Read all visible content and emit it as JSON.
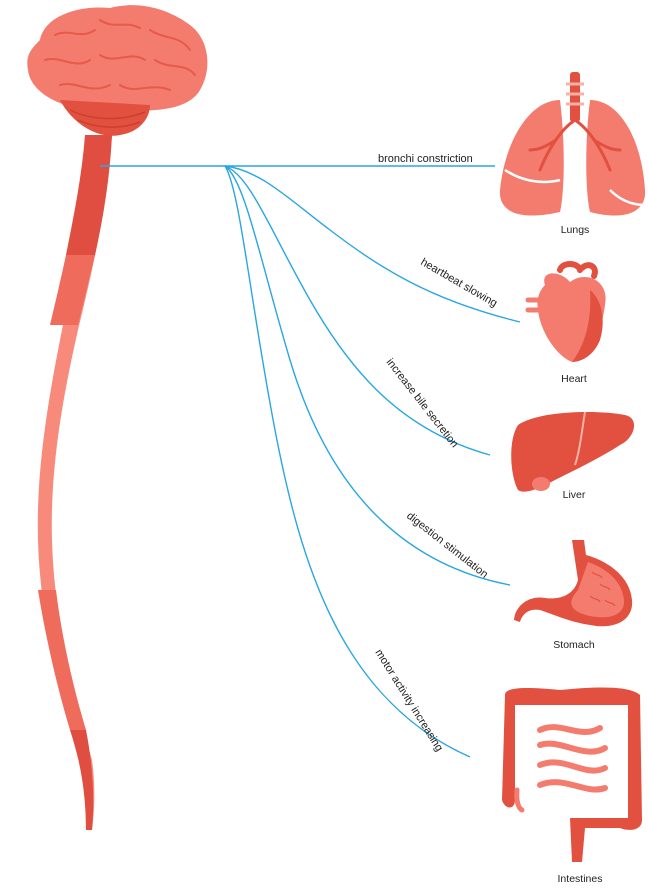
{
  "colors": {
    "nerve": "#2aa6e0",
    "organ_light": "#f47c6e",
    "organ_dark": "#e2503f",
    "spine_light": "#f88a7c",
    "spine_dark": "#df4e40"
  },
  "pathways": [
    {
      "effect": "bronchi constriction",
      "organ": "Lungs",
      "icon": "lungs-icon"
    },
    {
      "effect": "heartbeat slowing",
      "organ": "Heart",
      "icon": "heart-icon"
    },
    {
      "effect": "increase bile secretion",
      "organ": "Liver",
      "icon": "liver-icon"
    },
    {
      "effect": "digestion stimulation",
      "organ": "Stomach",
      "icon": "stomach-icon"
    },
    {
      "effect": "motor activity increasing",
      "organ": "Intestines",
      "icon": "intestines-icon"
    }
  ]
}
